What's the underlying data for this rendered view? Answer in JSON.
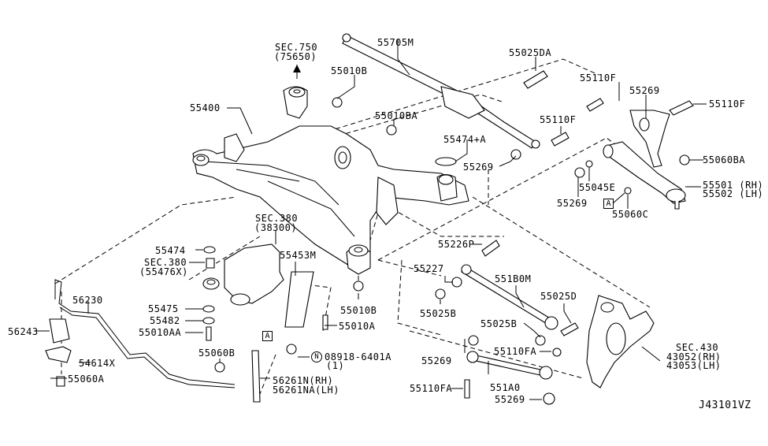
{
  "diagram": {
    "title": "Rear Suspension Member / Links Parts Diagram",
    "diagram_code": "J43101VZ",
    "labels": {
      "sec750": "SEC.750",
      "sec750_sub": "(75650)",
      "p55705M": "55705M",
      "p55025DA": "55025DA",
      "p55010B_top": "55010B",
      "p55110F_a": "55110F",
      "p55269_top": "55269",
      "p55110F_b": "55110F",
      "p55400": "55400",
      "p55010BA": "55010BA",
      "p55110F_c": "55110F",
      "p55474A": "55474+A",
      "p55269_mid": "55269",
      "p55060BA": "55060BA",
      "p55045E": "55045E",
      "p55269_arm": "55269",
      "p55501": "55501 (RH)",
      "p55502": "55502 (LH)",
      "p55060C": "55060C",
      "box_a": "A",
      "sec380": "SEC.380",
      "sec380_sub": "(38300)",
      "p55474": "55474",
      "sec380b": "SEC.380",
      "sec380b_sub": "(55476X)",
      "p55453M": "55453M",
      "p55226P": "55226P",
      "p55227": "55227",
      "p551B0M": "551B0M",
      "p55025B_a": "55025B",
      "p55025D": "55025D",
      "p55475": "55475",
      "p55482": "55482",
      "p55010B_mid": "55010B",
      "p55010AA": "55010AA",
      "p55010A": "55010A",
      "p56230": "56230",
      "p56243": "56243",
      "p54614X": "54614X",
      "p55060A": "55060A",
      "p55060B": "55060B",
      "n_symbol": "N",
      "p08918": "08918-6401A",
      "p08918_qty": "(1)",
      "p56261N": "56261N(RH)",
      "p56261NA": "56261NA(LH)",
      "p55025B_b": "55025B",
      "p55110FA_a": "55110FA",
      "p55269_low": "55269",
      "p551A0": "551A0",
      "p55110FA_b": "55110FA",
      "p55269_bot": "55269",
      "sec430": "SEC.430",
      "p43052": "43052(RH)",
      "p43053": "43053(LH)"
    }
  }
}
